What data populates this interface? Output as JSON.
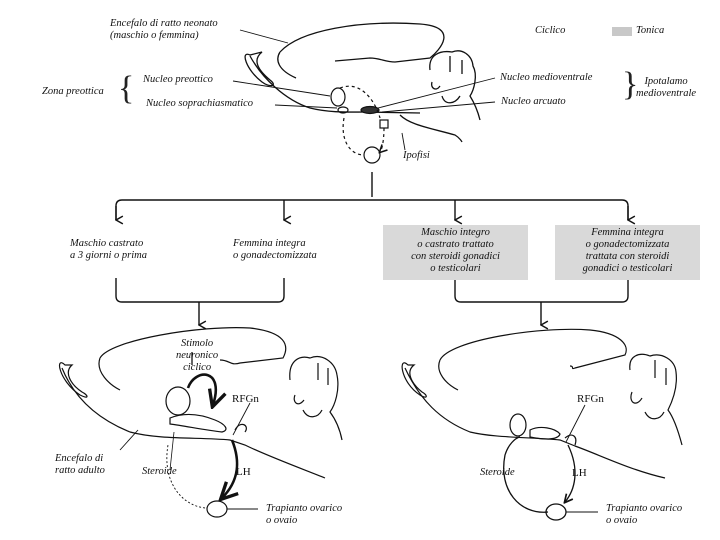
{
  "legend": {
    "cyclic_label": "Ciclico",
    "tonic_label": "Tonica",
    "tonic_color": "#c8c8c8"
  },
  "top_brain": {
    "title_line1": "Encefalo di ratto neonato",
    "title_line2": "(maschio o femmina)",
    "preoptic_zone": "Zona preottica",
    "preoptic_nucleus": "Nucleo preottico",
    "suprachiasmatic_nucleus": "Nucleo soprachiasmatico",
    "medioventral_nucleus": "Nucleo medioventrale",
    "arcuate_nucleus": "Nucleo arcuato",
    "hypothalamus_line1": "Ipotalamo",
    "hypothalamus_line2": "medioventrale",
    "pituitary": "Ipofisi"
  },
  "conditions": [
    {
      "lines": [
        "Maschio castrato",
        "a 3 giorni o prima"
      ],
      "type": "cyclic"
    },
    {
      "lines": [
        "Femmina integra",
        "o gonadectomizzata"
      ],
      "type": "cyclic"
    },
    {
      "lines": [
        "Maschio integro",
        "o castrato trattato",
        "con steroidi gonadici",
        "o testicolari"
      ],
      "type": "tonic"
    },
    {
      "lines": [
        "Femmina integra",
        "o gonadectomizzata",
        "trattata con steroidi",
        "gonadici o testicolari"
      ],
      "type": "tonic"
    }
  ],
  "bottom_left": {
    "stimulus_line1": "Stimolo",
    "stimulus_line2": "neuronico",
    "stimulus_line3": "ciclico",
    "rfgn": "RFGn",
    "lh": "LH",
    "steroid": "Steroide",
    "adult_brain_line1": "Encefalo di",
    "adult_brain_line2": "ratto adulto",
    "transplant_line1": "Trapianto ovarico",
    "transplant_line2": "o ovaio"
  },
  "bottom_right": {
    "rfgn": "RFGn",
    "lh": "LH",
    "steroid": "Steroide",
    "transplant_line1": "Trapianto ovarico",
    "transplant_line2": "o ovaio"
  }
}
